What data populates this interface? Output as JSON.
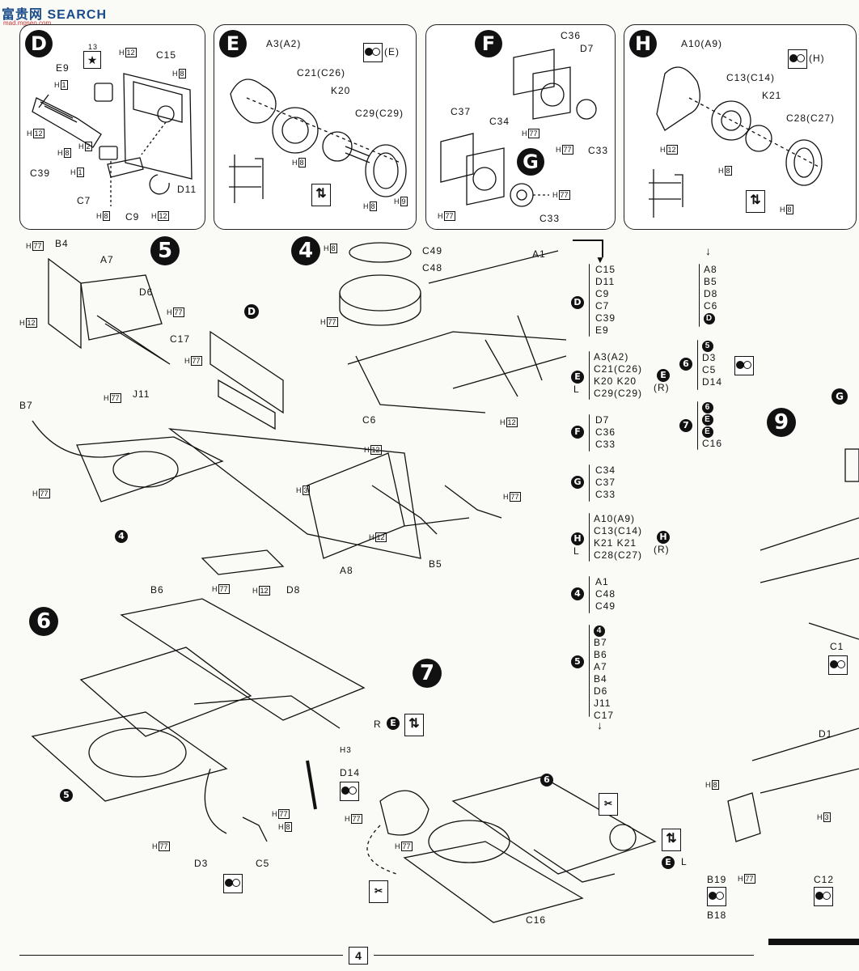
{
  "header": {
    "watermark": "富贵网 SEARCH",
    "watermark_sub": "mad.mgseo.com"
  },
  "page_number": "4",
  "subassembly_D": {
    "badge": "D",
    "star": "13",
    "labels": [
      "E9",
      "C15",
      "C39",
      "C7",
      "C9",
      "D11"
    ],
    "h_labels": [
      "H12",
      "H1",
      "H8",
      "H2",
      "H1",
      "H8",
      "H12",
      "H8",
      "H12",
      "H12"
    ]
  },
  "subassembly_E": {
    "badge": "E",
    "labels": [
      "A3(A2)",
      "C21(C26)",
      "K20",
      "C29(C29)"
    ],
    "h_labels": [
      "H8",
      "H8",
      "H9"
    ],
    "note": "(E)"
  },
  "subassembly_F": {
    "badge": "F",
    "labels": [
      "C36",
      "D7",
      "C33",
      "C37",
      "C34"
    ],
    "h_labels": [
      "H77",
      "H77",
      "H77"
    ]
  },
  "subassembly_G": {
    "badge": "G",
    "labels": [
      "C33"
    ],
    "h_labels": [
      "H77"
    ]
  },
  "subassembly_H": {
    "badge": "H",
    "labels": [
      "A10(A9)",
      "C13(C14)",
      "K21",
      "C28(C27)"
    ],
    "h_labels": [
      "H12",
      "H8",
      "H8"
    ],
    "note": "(H)"
  },
  "step5": {
    "number": "5",
    "labels": [
      "B4",
      "A7",
      "D6",
      "C17",
      "J11",
      "B7",
      "C6",
      "B5",
      "B6",
      "D8",
      "A8"
    ],
    "h_labels": [
      "H77",
      "H12",
      "H77",
      "H77",
      "H77",
      "H12",
      "H3",
      "H12",
      "H77",
      "H77",
      "H12"
    ]
  },
  "step4": {
    "number": "4",
    "labels": [
      "C49",
      "C48",
      "A1"
    ],
    "h_labels": [
      "H8",
      "H77",
      "H12"
    ]
  },
  "step6": {
    "number": "6",
    "labels": [
      "H3",
      "D14",
      "D3",
      "C5"
    ],
    "h_labels": [
      "H77",
      "H77",
      "H8"
    ]
  },
  "step7": {
    "number": "7",
    "labels": [
      "R",
      "L",
      "C16"
    ],
    "h_labels": [
      "H77"
    ]
  },
  "step9": {
    "number": "9",
    "labels": [
      "C1",
      "D1",
      "B19",
      "B18",
      "C12"
    ],
    "h_labels": [
      "H8",
      "H77",
      "H3"
    ]
  },
  "legend": {
    "D": [
      "C15",
      "D11",
      "C9",
      "C7",
      "C39",
      "E9"
    ],
    "E_L": [
      "A3(A2)",
      "C21(C26)",
      "K20 K20",
      "C29(C29)"
    ],
    "E_R": "(R)",
    "F": [
      "D7",
      "C36",
      "C33"
    ],
    "G": [
      "C34",
      "C37",
      "C33"
    ],
    "H_L": [
      "A10(A9)",
      "C13(C14)",
      "K21 K21",
      "C28(C27)"
    ],
    "H_R": "(R)",
    "step4": [
      "A1",
      "C48",
      "C49"
    ],
    "step5": [
      "4",
      "B7",
      "B6",
      "A7",
      "B4",
      "D6",
      "J11",
      "C17"
    ],
    "col2_top": [
      "A8",
      "B5",
      "D8",
      "C6",
      "D"
    ],
    "step6": [
      "5",
      "D3",
      "C5",
      "D14"
    ],
    "step7": [
      "6",
      "E",
      "E",
      "C16"
    ]
  }
}
